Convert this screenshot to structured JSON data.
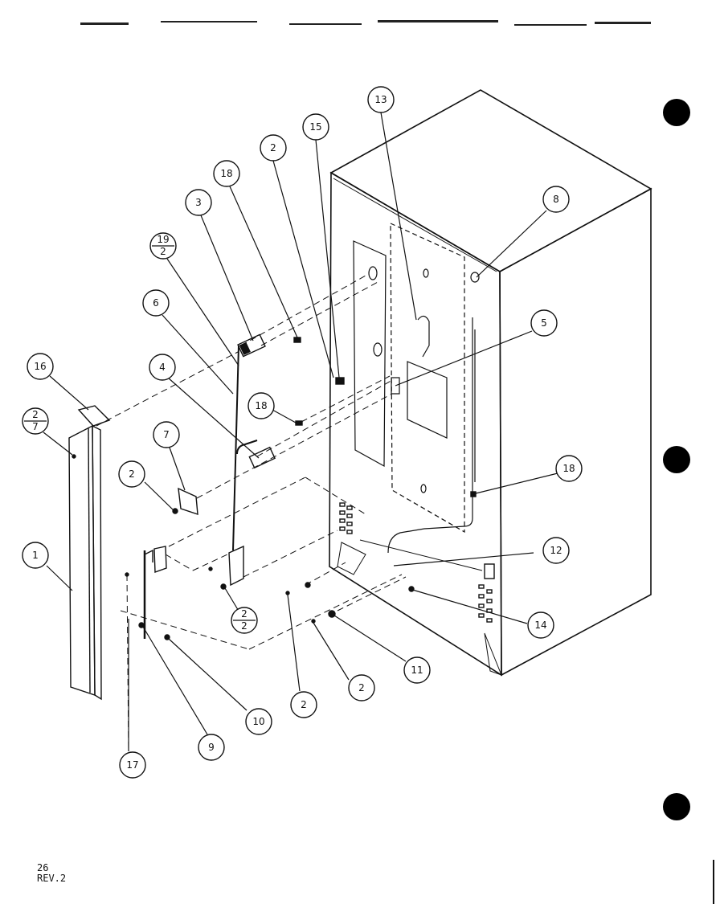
{
  "diagram": {
    "labels": [
      {
        "id": "l13",
        "text": "13"
      },
      {
        "id": "l15",
        "text": "15"
      },
      {
        "id": "l2a",
        "text": "2"
      },
      {
        "id": "l18a",
        "text": "18"
      },
      {
        "id": "l3",
        "text": "3"
      },
      {
        "id": "l19",
        "text": "19",
        "sub": "2"
      },
      {
        "id": "l8",
        "text": "8"
      },
      {
        "id": "l6a",
        "text": "6"
      },
      {
        "id": "l5",
        "text": "5"
      },
      {
        "id": "l16",
        "text": "16"
      },
      {
        "id": "l2b",
        "text": "2",
        "sub": "7"
      },
      {
        "id": "l4",
        "text": "4"
      },
      {
        "id": "l18b",
        "text": "18"
      },
      {
        "id": "l7",
        "text": "7"
      },
      {
        "id": "l2c",
        "text": "2"
      },
      {
        "id": "l18c",
        "text": "18"
      },
      {
        "id": "l1",
        "text": "1"
      },
      {
        "id": "l12",
        "text": "12"
      },
      {
        "id": "l2d",
        "text": "2",
        "sub": "2"
      },
      {
        "id": "l14",
        "text": "14"
      },
      {
        "id": "l11",
        "text": "11"
      },
      {
        "id": "l2e",
        "text": "2"
      },
      {
        "id": "l2f",
        "text": "2"
      },
      {
        "id": "l10",
        "text": "10"
      },
      {
        "id": "l9",
        "text": "9"
      },
      {
        "id": "l17",
        "text": "17"
      }
    ]
  },
  "footer": {
    "page_number": "26",
    "revision": "REV.2"
  }
}
